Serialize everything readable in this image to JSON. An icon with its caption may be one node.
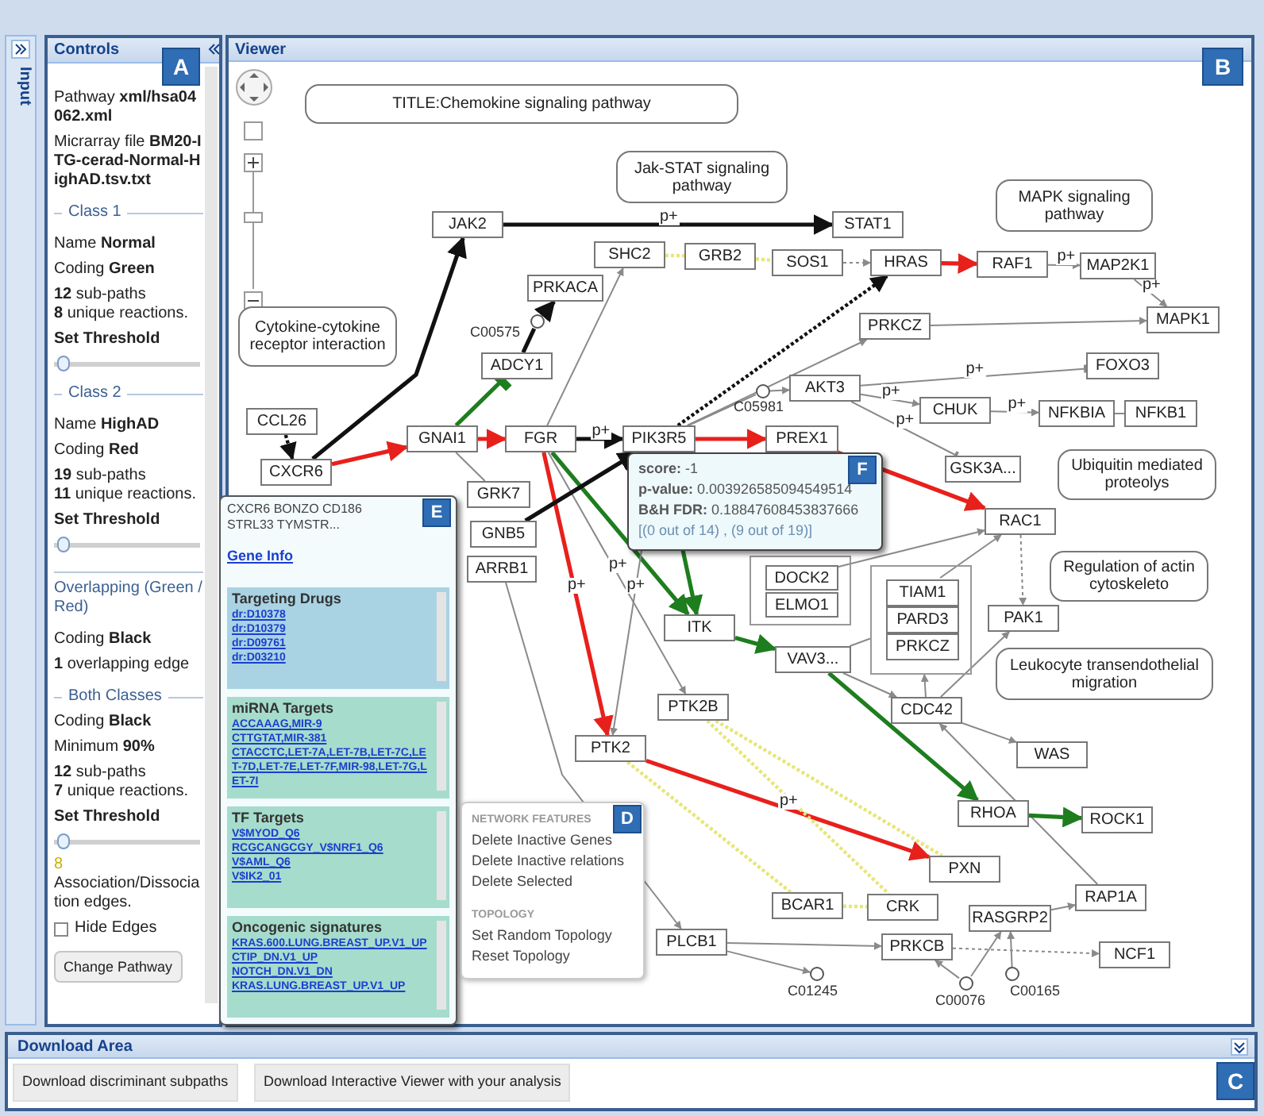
{
  "diagram": {
    "nodes": [
      {
        "text": [
          "TITLE:Chemokine signaling pathway"
        ]
      },
      {
        "text": [
          "Jak-STAT signaling pathway"
        ]
      },
      {
        "text": [
          "MAPK signaling pathway"
        ]
      },
      {
        "text": [
          "Cytokine-cytokine receptor interaction"
        ]
      },
      {
        "text": [
          "Ubiquitin mediated proteolys"
        ]
      },
      {
        "text": [
          "Regulation of actin cytoskeleto"
        ]
      },
      {
        "text": [
          "Leukocyte transendothelial migration"
        ]
      },
      {
        "text": [
          "JAK2"
        ]
      },
      {
        "text": [
          "STAT1"
        ]
      },
      {
        "text": [
          "SHC2"
        ]
      },
      {
        "text": [
          "GRB2"
        ]
      },
      {
        "text": [
          "SOS1"
        ]
      },
      {
        "text": [
          "HRAS"
        ]
      },
      {
        "text": [
          "RAF1"
        ]
      },
      {
        "text": [
          "MAP2K1"
        ]
      },
      {
        "text": [
          "PRKACA"
        ]
      },
      {
        "text": [],
        "shape": "circle",
        "beside": [
          "C00575"
        ]
      },
      {
        "text": [
          "MAPK1"
        ]
      },
      {
        "text": [
          "PRKCZ"
        ]
      },
      {
        "text": [
          "ADCY1"
        ]
      },
      {
        "text": [
          "FOXO3"
        ]
      },
      {
        "text": [
          "AKT3"
        ]
      },
      {
        "text": [],
        "shape": "circle",
        "beside": [
          "C05981"
        ]
      },
      {
        "text": [
          "CHUK"
        ]
      },
      {
        "text": [
          "NFKBIA"
        ]
      },
      {
        "text": [
          "NFKB1"
        ]
      },
      {
        "text": [
          "CCL26"
        ]
      },
      {
        "text": [
          "GNAI1"
        ]
      },
      {
        "text": [
          "FGR"
        ]
      },
      {
        "text": [
          "PIK3R5"
        ]
      },
      {
        "text": [
          "PREX1"
        ]
      },
      {
        "text": [
          "CXCR6"
        ]
      },
      {
        "text": [
          "GSK3A..."
        ]
      },
      {
        "text": [
          "GRK7"
        ]
      },
      {
        "text": [
          "GNB5"
        ]
      },
      {
        "text": [
          "RAC1"
        ]
      },
      {
        "text": [
          "ARRB1"
        ]
      },
      {
        "text": [],
        "shape": "box"
      },
      {
        "text": [
          "DOCK2"
        ],
        "in": 37
      },
      {
        "text": [
          "ELMO1"
        ],
        "in": 37
      },
      {
        "text": [],
        "shape": "box"
      },
      {
        "text": [
          "TIAM1"
        ],
        "in": 40
      },
      {
        "text": [
          "PARD3"
        ],
        "in": 40
      },
      {
        "text": [
          "PRKCZ"
        ],
        "in": 40
      },
      {
        "text": [
          "PAK1"
        ]
      },
      {
        "text": [
          "ITK"
        ]
      },
      {
        "text": [
          "VAV3..."
        ]
      },
      {
        "text": [
          "PTK2B"
        ]
      },
      {
        "text": [
          "CDC42"
        ]
      },
      {
        "text": [
          "PTK2"
        ]
      },
      {
        "text": [
          "WAS"
        ]
      },
      {
        "text": [
          "RHOA"
        ]
      },
      {
        "text": [
          "ROCK1"
        ]
      },
      {
        "text": [
          "PXN"
        ]
      },
      {
        "text": [
          "BCAR1"
        ]
      },
      {
        "text": [
          "CRK"
        ]
      },
      {
        "text": [
          "RASGRP2"
        ]
      },
      {
        "text": [
          "RAP1A"
        ]
      },
      {
        "text": [
          "PLCB1"
        ]
      },
      {
        "text": [
          "PRKCB"
        ]
      },
      {
        "text": [
          "NCF1"
        ]
      },
      {
        "text": [],
        "shape": "circle",
        "beside": [
          "C01245"
        ]
      },
      {
        "text": [],
        "shape": "circle",
        "beside": [
          "C00076"
        ]
      },
      {
        "text": [],
        "shape": "circle",
        "beside": [
          "C00165"
        ]
      }
    ],
    "edges": [
      {
        "from": 31,
        "to": 7,
        "arrow": "to",
        "style": "thick",
        "color": "#111111"
      },
      {
        "from": 26,
        "to": 31,
        "arrow": "to",
        "style": "dashed",
        "color": "#111111"
      },
      {
        "from": 31,
        "to": 27,
        "arrow": "to",
        "style": "thick",
        "color": "#e8201c"
      },
      {
        "from": 27,
        "to": 28,
        "arrow": "to",
        "style": "thick",
        "color": "#e8201c"
      },
      {
        "from": 27,
        "to": 19,
        "arrow": "other",
        "style": "thick",
        "color": "#1e7d1e"
      },
      {
        "from": 19,
        "to": 16,
        "arrow": "none",
        "style": "thick",
        "color": "#111111"
      },
      {
        "from": 16,
        "to": 15,
        "arrow": "to",
        "style": "thick",
        "color": "#111111"
      },
      {
        "from": 28,
        "to": 9,
        "arrow": "to"
      },
      {
        "from": 28,
        "to": 29,
        "arrow": "to",
        "label": "p+",
        "style": "thick",
        "color": "#111111"
      },
      {
        "from": 7,
        "to": 8,
        "arrow": "to",
        "label": "p+",
        "style": "thick",
        "color": "#111111"
      },
      {
        "from": 9,
        "to": 10,
        "arrow": "none",
        "style": "dashed",
        "color": "#e6e67a"
      },
      {
        "from": 10,
        "to": 11,
        "arrow": "none",
        "style": "dashed",
        "color": "#e6e67a"
      },
      {
        "from": 11,
        "to": 12,
        "arrow": "to",
        "style": "dashed"
      },
      {
        "from": 12,
        "to": 13,
        "arrow": "to",
        "style": "thick",
        "color": "#e8201c"
      },
      {
        "from": 13,
        "to": 14,
        "arrow": "to",
        "label": "p+"
      },
      {
        "from": 14,
        "to": 17,
        "arrow": "to",
        "label": "p+"
      },
      {
        "from": 18,
        "to": 17,
        "arrow": "to"
      },
      {
        "from": 29,
        "to": 12,
        "arrow": "to",
        "style": "dashed",
        "color": "#111111"
      },
      {
        "from": 29,
        "to": 18,
        "arrow": "to"
      },
      {
        "from": 29,
        "to": 22,
        "arrow": "none"
      },
      {
        "from": 22,
        "to": 21,
        "arrow": "to"
      },
      {
        "from": 29,
        "to": 30,
        "arrow": "to",
        "style": "thick",
        "color": "#e8201c"
      },
      {
        "from": 21,
        "to": 20,
        "arrow": "other",
        "label": "p+"
      },
      {
        "from": 21,
        "to": 23,
        "arrow": "to",
        "label": "p+"
      },
      {
        "from": 23,
        "to": 24,
        "arrow": "to",
        "label": "p+"
      },
      {
        "from": 24,
        "to": 25,
        "arrow": "none"
      },
      {
        "from": 21,
        "to": 32,
        "arrow": "other",
        "label": "p+"
      },
      {
        "from": 30,
        "to": 35,
        "arrow": "to",
        "style": "thick",
        "color": "#e8201c"
      },
      {
        "from": 35,
        "to": 44,
        "arrow": "to",
        "style": "dashed"
      },
      {
        "from": 38,
        "to": 35,
        "arrow": "to"
      },
      {
        "from": 41,
        "to": 35,
        "arrow": "to"
      },
      {
        "from": 28,
        "to": 45,
        "arrow": "to",
        "style": "thick",
        "color": "#1e7d1e"
      },
      {
        "from": 29,
        "to": 45,
        "arrow": "to",
        "style": "thick",
        "color": "#1e7d1e"
      },
      {
        "from": 28,
        "to": 49,
        "arrow": "to",
        "label": "p+",
        "style": "thick",
        "color": "#e8201c"
      },
      {
        "from": 28,
        "to": 47,
        "arrow": "to",
        "label": "p+"
      },
      {
        "from": 29,
        "to": 49,
        "arrow": "to",
        "label": "p+"
      },
      {
        "from": 34,
        "to": 29,
        "arrow": "to",
        "style": "thick",
        "color": "#111111"
      },
      {
        "from": 27,
        "to": 33,
        "arrow": "none"
      },
      {
        "from": 36,
        "to": 58,
        "arrow": "to"
      },
      {
        "from": 45,
        "to": 46,
        "arrow": "to",
        "style": "thick",
        "color": "#1e7d1e"
      },
      {
        "from": 46,
        "to": 51,
        "arrow": "to",
        "style": "thick",
        "color": "#1e7d1e"
      },
      {
        "from": 46,
        "to": 48,
        "arrow": "to"
      },
      {
        "from": 46,
        "to": 40,
        "arrow": "none"
      },
      {
        "from": 48,
        "to": 44,
        "arrow": "to"
      },
      {
        "from": 48,
        "to": 40,
        "arrow": "to"
      },
      {
        "from": 48,
        "to": 50,
        "arrow": "to"
      },
      {
        "from": 57,
        "to": 48,
        "arrow": "to"
      },
      {
        "from": 51,
        "to": 52,
        "arrow": "to",
        "style": "thick",
        "color": "#1e7d1e"
      },
      {
        "from": 49,
        "to": 53,
        "arrow": "to",
        "label": "p+",
        "style": "thick",
        "color": "#e8201c"
      },
      {
        "from": 49,
        "to": 54,
        "arrow": "none",
        "style": "dashed",
        "color": "#e6e67a"
      },
      {
        "from": 47,
        "to": 55,
        "arrow": "none",
        "style": "dashed",
        "color": "#e6e67a"
      },
      {
        "from": 47,
        "to": 53,
        "arrow": "none",
        "style": "dashed",
        "color": "#e6e67a"
      },
      {
        "from": 54,
        "to": 55,
        "arrow": "none",
        "style": "dashed",
        "color": "#e6e67a"
      },
      {
        "from": 58,
        "to": 59,
        "arrow": "to"
      },
      {
        "from": 58,
        "to": 61,
        "arrow": "to"
      },
      {
        "from": 62,
        "to": 59,
        "arrow": "to"
      },
      {
        "from": 62,
        "to": 56,
        "arrow": "to"
      },
      {
        "from": 63,
        "to": 56,
        "arrow": "to"
      },
      {
        "from": 59,
        "to": 60,
        "arrow": "to",
        "style": "dashed"
      },
      {
        "from": 56,
        "to": 57,
        "arrow": "to"
      }
    ],
    "labels": [
      "Input",
      "Controls",
      "A",
      "Pathway **xml/hsa04062.xml**",
      "Micrarray file **BM20-ITG-cerad-Normal-HighAD.tsv.txt**",
      "Class 1",
      "Name **Normal**",
      "Coding **Green**",
      "**12** sub-paths",
      "**8** unique reactions.",
      "Set Threshold",
      "Class 2",
      "Name **HighAD**",
      "Coding **Red**",
      "**19** sub-paths",
      "**11** unique reactions.",
      "Set Threshold",
      "Overlapping (Green / Red)",
      "Coding **Black**",
      "**1** overlapping edge",
      "Both Classes",
      "Coding **Black**",
      "Minimum **90%**",
      "**12** sub-paths",
      "**7** unique reactions.",
      "Set Threshold",
      "8",
      "Association/Dissociation edges.",
      "Hide Edges",
      "Change Pathway",
      "Viewer",
      "B",
      "CXCR6 BONZO CD186 STRL33 TYMSTR...",
      "E",
      "Gene Info",
      "Targeting Drugs",
      "dr:D10378",
      "dr:D10379",
      "dr:D09761",
      "dr:D03210",
      "miRNA Targets",
      "ACCAAAG,MIR-9",
      "CTTGTAT,MIR-381",
      "CTACCTC,LET-7A,LET-7B,LET-7C,LET-7D,LET-7E,LET-7F,MIR-98,LET-7G,LET-7I",
      "TF Targets",
      "V$MYOD_Q6",
      "RCGCANGCGY_V$NRF1_Q6",
      "V$AML_Q6",
      "V$IK2_01",
      "Oncogenic signatures",
      "KRAS.600.LUNG.BREAST_UP.V1_UP",
      "CTIP_DN.V1_UP",
      "NOTCH_DN.V1_DN",
      "KRAS.LUNG.BREAST_UP.V1_UP",
      "**score:** -1",
      "**p-value:** 0.003926585094549514",
      "**B&H FDR:** 0.18847608453837666",
      "[(0 out of 14) , (9 out of 19)]",
      "F",
      "NETWORK FEATURES",
      "D",
      "Delete Inactive Genes",
      "Delete Inactive relations",
      "Delete Selected",
      "TOPOLOGY",
      "Set Random Topology",
      "Reset Topology",
      "Download Area",
      "Download discriminant subpaths",
      "Download Interactive Viewer with your analysis",
      "C"
    ]
  }
}
